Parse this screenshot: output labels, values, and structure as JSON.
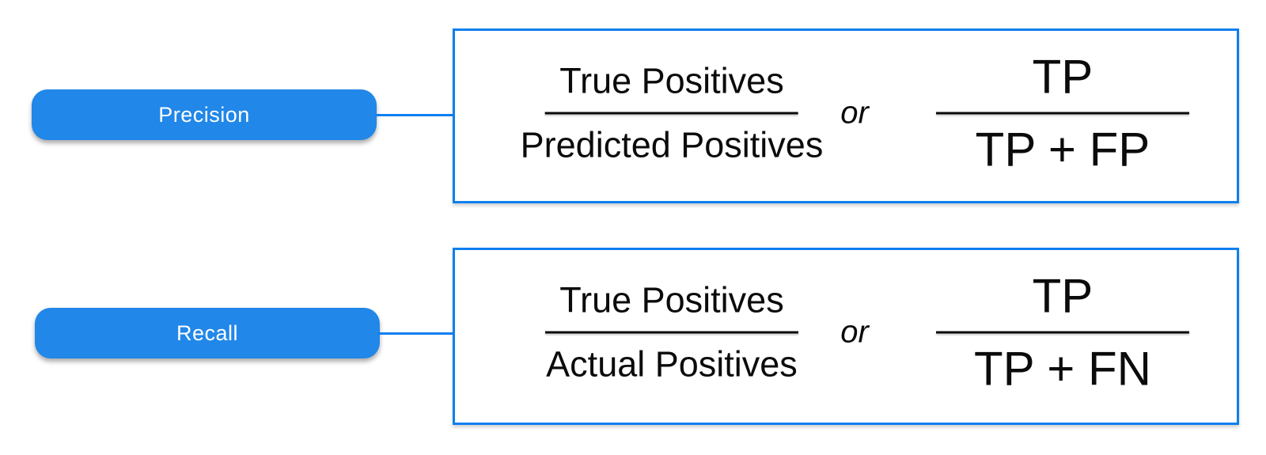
{
  "colors": {
    "background": "#ffffff",
    "pill_fill": "#2187e8",
    "line_blue": "#0e7fef",
    "pill_text": "#ffffff",
    "text_dark": "#0b0b0b"
  },
  "diagram": {
    "rows": [
      {
        "label": "Precision",
        "words": {
          "numerator": "True Positives",
          "denominator": "Predicted Positives"
        },
        "or_label": "or",
        "symbols": {
          "numerator": "TP",
          "denominator": "TP + FP"
        }
      },
      {
        "label": "Recall",
        "words": {
          "numerator": "True Positives",
          "denominator": "Actual Positives"
        },
        "or_label": "or",
        "symbols": {
          "numerator": "TP",
          "denominator": "TP + FN"
        }
      }
    ]
  }
}
